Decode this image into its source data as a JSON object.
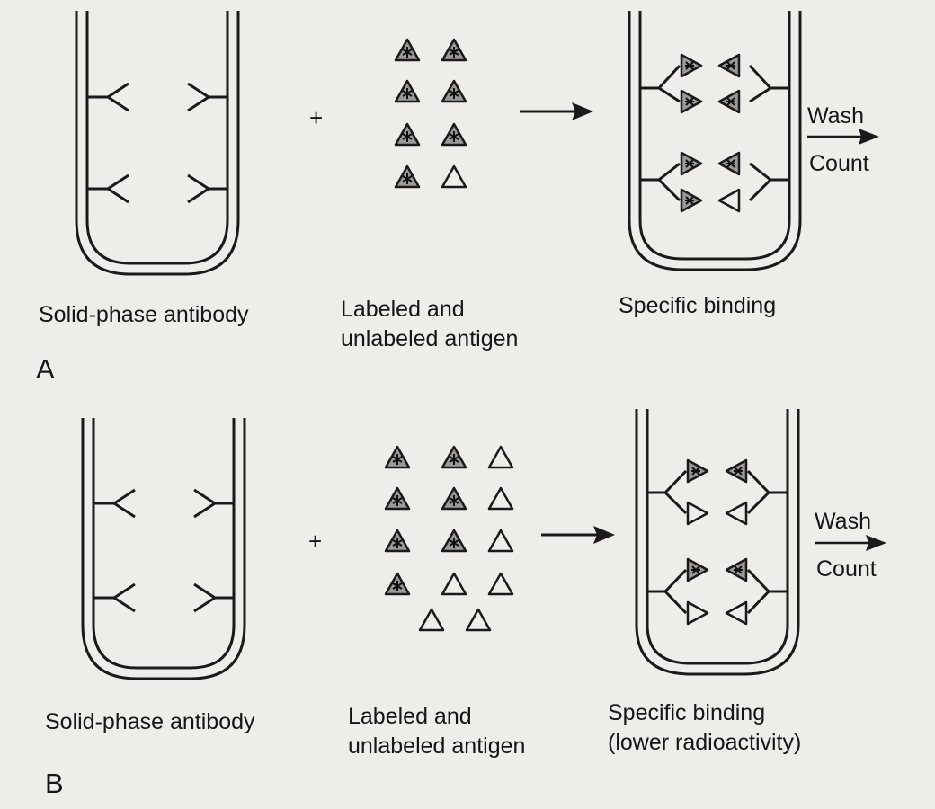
{
  "panels": [
    {
      "letter": "A",
      "left_label": "Solid-phase antibody",
      "middle_label": [
        "Labeled and",
        "unlabeled antigen"
      ],
      "plus": "+",
      "right_label": [
        "Specific binding"
      ],
      "wash_label": "Wash",
      "count_label": "Count",
      "labeled_antigen_count": 7,
      "unlabeled_antigen_count": 1,
      "bound_labeled": 7,
      "bound_unlabeled": 1
    },
    {
      "letter": "B",
      "left_label": "Solid-phase antibody",
      "middle_label": [
        "Labeled and",
        "unlabeled antigen"
      ],
      "plus": "+",
      "right_label": [
        "Specific binding",
        "(lower radioactivity)"
      ],
      "wash_label": "Wash",
      "count_label": "Count",
      "labeled_antigen_count": 7,
      "unlabeled_antigen_count": 7,
      "bound_labeled": 4,
      "bound_unlabeled": 4
    }
  ],
  "colors": {
    "ink": "#1a1a1a",
    "labeled_fill": "#9a9a9a",
    "background": "#eeede9"
  },
  "icons": {
    "labeled_antigen": "filled-triangle-with-asterisk-icon",
    "unlabeled_antigen": "open-triangle-icon",
    "antibody": "y-shaped-antibody-icon"
  }
}
